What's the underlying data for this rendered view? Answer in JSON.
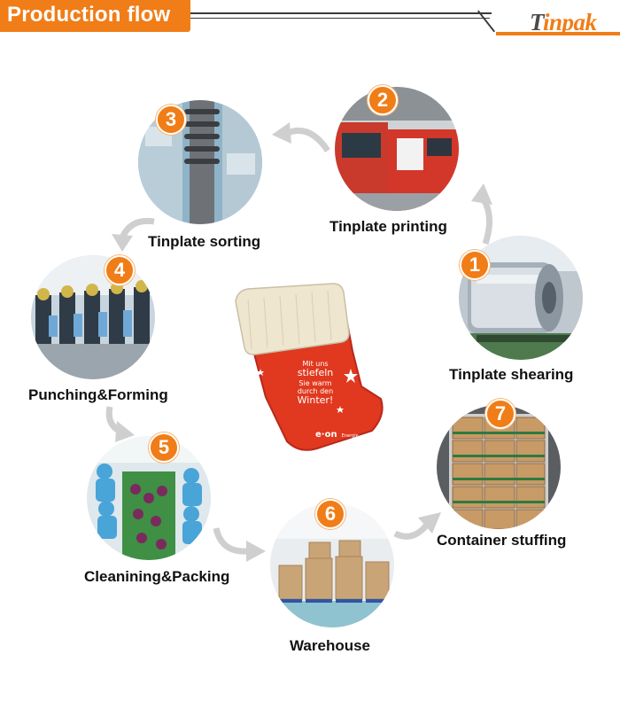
{
  "header": {
    "title": "Production flow",
    "brand": "Tinpak",
    "brand_first": "T",
    "brand_rest": "inpak"
  },
  "steps": [
    {
      "number": "1",
      "label": "Tinplate shearing"
    },
    {
      "number": "2",
      "label": "Tinplate printing"
    },
    {
      "number": "3",
      "label": "Tinplate sorting"
    },
    {
      "number": "4",
      "label": "Punching&Forming"
    },
    {
      "number": "5",
      "label": "Cleanining&Packing"
    },
    {
      "number": "6",
      "label": "Warehouse"
    },
    {
      "number": "7",
      "label": "Container stuffing"
    }
  ],
  "product": {
    "text_line1": "Mit uns",
    "text_line2": "stiefeln",
    "text_line3": "Sie warm",
    "text_line4": "durch den",
    "text_line5": "Winter!",
    "brand": "e·on",
    "brand_tag": "Energie"
  },
  "colors": {
    "accent": "#f07d17",
    "tin_red": "#e0391f",
    "knit": "#efe6cf"
  }
}
